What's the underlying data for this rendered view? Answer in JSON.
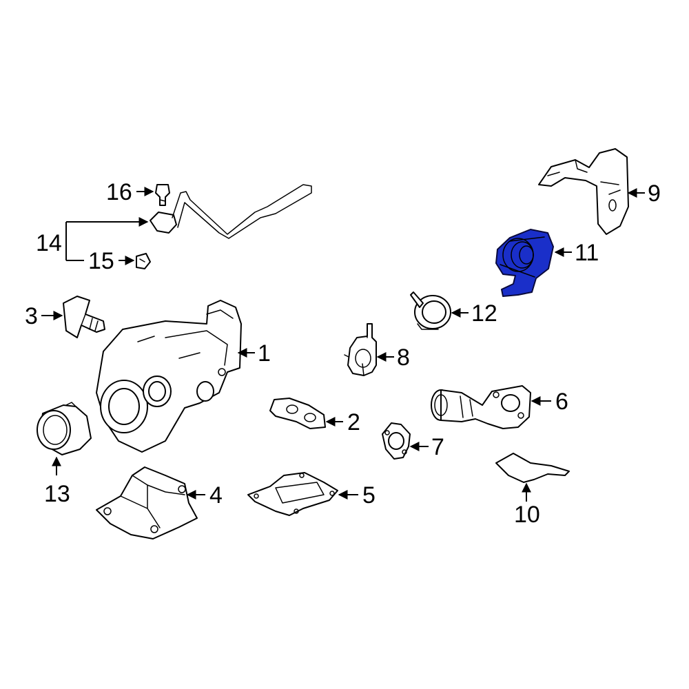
{
  "highlight_color": "#1a2fc9",
  "callouts": {
    "c1": "1",
    "c2": "2",
    "c3": "3",
    "c4": "4",
    "c5": "5",
    "c6": "6",
    "c7": "7",
    "c8": "8",
    "c9": "9",
    "c10": "10",
    "c11": "11",
    "c12": "12",
    "c13": "13",
    "c14": "14",
    "c15": "15",
    "c16": "16"
  },
  "highlighted_part": "11"
}
